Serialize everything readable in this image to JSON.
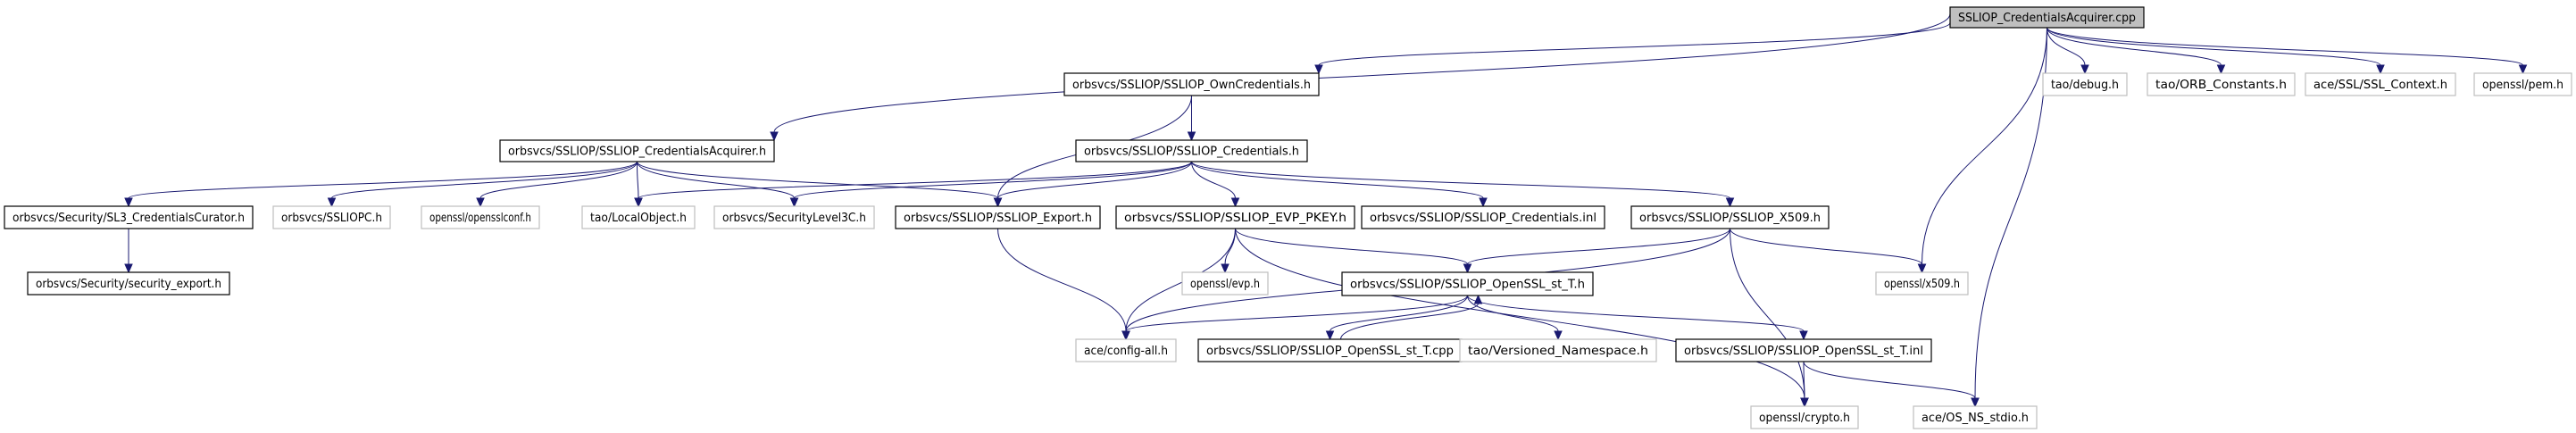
{
  "title": "SSLIOP_CredentialsAcquirer.cpp include dependency graph",
  "colors": {
    "edge": "#191970",
    "root_fill": "#bfbfbf",
    "documented_border": "#000000",
    "external_border": "#bfbfbf"
  },
  "nodes": [
    {
      "id": "root",
      "label": "SSLIOP_CredentialsAcquirer.cpp",
      "kind": "root"
    },
    {
      "id": "own",
      "label": "orbsvcs/SSLIOP/SSLIOP_OwnCredentials.h",
      "kind": "doc"
    },
    {
      "id": "debug",
      "label": "tao/debug.h",
      "kind": "ext"
    },
    {
      "id": "orbc",
      "label": "tao/ORB_Constants.h",
      "kind": "ext"
    },
    {
      "id": "sslctx",
      "label": "ace/SSL/SSL_Context.h",
      "kind": "ext"
    },
    {
      "id": "pem",
      "label": "openssl/pem.h",
      "kind": "ext"
    },
    {
      "id": "acq",
      "label": "orbsvcs/SSLIOP/SSLIOP_CredentialsAcquirer.h",
      "kind": "doc"
    },
    {
      "id": "cred",
      "label": "orbsvcs/SSLIOP/SSLIOP_Credentials.h",
      "kind": "doc"
    },
    {
      "id": "sl3",
      "label": "orbsvcs/Security/SL3_CredentialsCurator.h",
      "kind": "doc"
    },
    {
      "id": "sslpc",
      "label": "orbsvcs/SSLIOPC.h",
      "kind": "ext"
    },
    {
      "id": "sslconf",
      "label": "openssl/opensslconf.h",
      "kind": "ext"
    },
    {
      "id": "local",
      "label": "tao/LocalObject.h",
      "kind": "ext"
    },
    {
      "id": "sl3c",
      "label": "orbsvcs/SecurityLevel3C.h",
      "kind": "ext"
    },
    {
      "id": "export",
      "label": "orbsvcs/SSLIOP/SSLIOP_Export.h",
      "kind": "doc"
    },
    {
      "id": "evp",
      "label": "orbsvcs/SSLIOP/SSLIOP_EVP_PKEY.h",
      "kind": "doc"
    },
    {
      "id": "credinl",
      "label": "orbsvcs/SSLIOP/SSLIOP_Credentials.inl",
      "kind": "doc"
    },
    {
      "id": "x509",
      "label": "orbsvcs/SSLIOP/SSLIOP_X509.h",
      "kind": "doc"
    },
    {
      "id": "secexp",
      "label": "orbsvcs/Security/security_export.h",
      "kind": "doc"
    },
    {
      "id": "osslevp",
      "label": "openssl/evp.h",
      "kind": "ext"
    },
    {
      "id": "stt",
      "label": "orbsvcs/SSLIOP/SSLIOP_OpenSSL_st_T.h",
      "kind": "doc"
    },
    {
      "id": "osslx509",
      "label": "openssl/x509.h",
      "kind": "ext"
    },
    {
      "id": "config",
      "label": "ace/config-all.h",
      "kind": "ext"
    },
    {
      "id": "sttcpp",
      "label": "orbsvcs/SSLIOP/SSLIOP_OpenSSL_st_T.cpp",
      "kind": "doc"
    },
    {
      "id": "vns",
      "label": "tao/Versioned_Namespace.h",
      "kind": "ext"
    },
    {
      "id": "sttinl",
      "label": "orbsvcs/SSLIOP/SSLIOP_OpenSSL_st_T.inl",
      "kind": "doc"
    },
    {
      "id": "crypto",
      "label": "openssl/crypto.h",
      "kind": "ext"
    },
    {
      "id": "stdio",
      "label": "ace/OS_NS_stdio.h",
      "kind": "ext"
    }
  ],
  "edges": [
    [
      "root",
      "acq"
    ],
    [
      "root",
      "own"
    ],
    [
      "root",
      "debug"
    ],
    [
      "root",
      "orbc"
    ],
    [
      "root",
      "sslctx"
    ],
    [
      "root",
      "pem"
    ],
    [
      "root",
      "osslx509"
    ],
    [
      "root",
      "stdio"
    ],
    [
      "own",
      "cred"
    ],
    [
      "own",
      "export"
    ],
    [
      "acq",
      "sl3"
    ],
    [
      "acq",
      "sslpc"
    ],
    [
      "acq",
      "sslconf"
    ],
    [
      "acq",
      "local"
    ],
    [
      "acq",
      "sl3c"
    ],
    [
      "acq",
      "export"
    ],
    [
      "cred",
      "local"
    ],
    [
      "cred",
      "sl3c"
    ],
    [
      "cred",
      "export"
    ],
    [
      "cred",
      "evp"
    ],
    [
      "cred",
      "credinl"
    ],
    [
      "cred",
      "x509"
    ],
    [
      "sl3",
      "secexp"
    ],
    [
      "export",
      "config"
    ],
    [
      "evp",
      "osslevp"
    ],
    [
      "evp",
      "stt"
    ],
    [
      "evp",
      "config"
    ],
    [
      "evp",
      "crypto"
    ],
    [
      "x509",
      "stt"
    ],
    [
      "x509",
      "osslx509"
    ],
    [
      "x509",
      "config"
    ],
    [
      "x509",
      "crypto"
    ],
    [
      "stt",
      "config"
    ],
    [
      "stt",
      "sttcpp"
    ],
    [
      "stt",
      "vns"
    ],
    [
      "stt",
      "sttinl"
    ],
    [
      "sttcpp",
      "stt"
    ],
    [
      "sttinl",
      "crypto"
    ],
    [
      "sttinl",
      "stdio"
    ]
  ]
}
